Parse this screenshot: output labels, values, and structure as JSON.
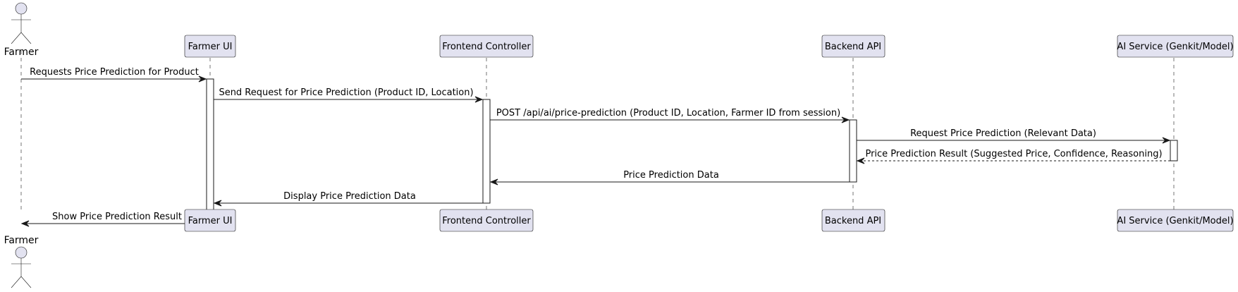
{
  "diagram": {
    "type": "sequence",
    "actor": {
      "name": "Farmer"
    },
    "participants": [
      {
        "id": "ui",
        "name": "Farmer UI"
      },
      {
        "id": "fc",
        "name": "Frontend Controller"
      },
      {
        "id": "api",
        "name": "Backend API"
      },
      {
        "id": "ai",
        "name": "AI Service (Genkit/Model)"
      }
    ],
    "messages": [
      {
        "from": "farmer",
        "to": "ui",
        "label": "Requests Price Prediction for Product",
        "style": "solid"
      },
      {
        "from": "ui",
        "to": "fc",
        "label": "Send Request for Price Prediction (Product ID, Location)",
        "style": "solid"
      },
      {
        "from": "fc",
        "to": "api",
        "label": "POST /api/ai/price-prediction (Product ID, Location, Farmer ID from session)",
        "style": "solid"
      },
      {
        "from": "api",
        "to": "ai",
        "label": "Request Price Prediction (Relevant Data)",
        "style": "solid"
      },
      {
        "from": "ai",
        "to": "api",
        "label": "Price Prediction Result (Suggested Price, Confidence, Reasoning)",
        "style": "dashed"
      },
      {
        "from": "api",
        "to": "fc",
        "label": "Price Prediction Data",
        "style": "solid"
      },
      {
        "from": "fc",
        "to": "ui",
        "label": "Display Price Prediction Data",
        "style": "solid"
      },
      {
        "from": "ui",
        "to": "farmer",
        "label": "Show Price Prediction Result",
        "style": "solid"
      }
    ],
    "colors": {
      "participant_fill": "#e2e2f0",
      "line": "#181818",
      "background": "#ffffff"
    }
  }
}
